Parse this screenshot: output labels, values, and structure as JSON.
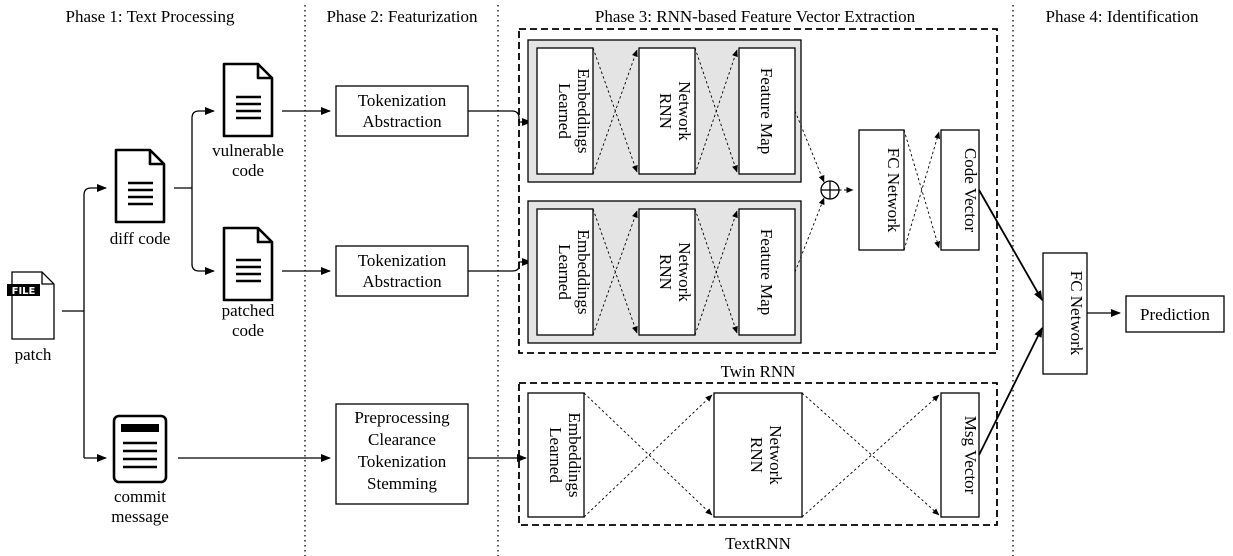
{
  "phases": {
    "phase1": "Phase 1: Text Processing",
    "phase2": "Phase 2: Featurization",
    "phase3": "Phase 3: RNN-based Feature Vector Extraction",
    "phase4": "Phase 4: Identification"
  },
  "inputs": {
    "patch_badge": "FILE",
    "patch": "patch",
    "diff_code": "diff code",
    "vulnerable_code": [
      "vulnerable",
      "code"
    ],
    "patched_code": [
      "patched",
      "code"
    ],
    "commit_message": [
      "commit",
      "message"
    ]
  },
  "featurization": {
    "code_steps": [
      "Tokenization",
      "Abstraction"
    ],
    "msg_steps": [
      "Preprocessing",
      "Clearance",
      "Tokenization",
      "Stemming"
    ]
  },
  "twin_rnn": {
    "label": "Twin RNN",
    "embeddings": [
      "Learned",
      "Embeddings"
    ],
    "rnn": [
      "RNN",
      "Network"
    ],
    "feature_map": "Feature Map",
    "fc": "FC Network",
    "code_vector": "Code Vector"
  },
  "text_rnn": {
    "label": "TextRNN",
    "embeddings": [
      "Learned",
      "Embeddings"
    ],
    "rnn": [
      "RNN",
      "Network"
    ],
    "msg_vector": "Msg Vector"
  },
  "identification": {
    "fc": "FC Network",
    "prediction": "Prediction"
  },
  "colors": {
    "ink": "#000000",
    "panel_fill": "#e4e4e4"
  }
}
